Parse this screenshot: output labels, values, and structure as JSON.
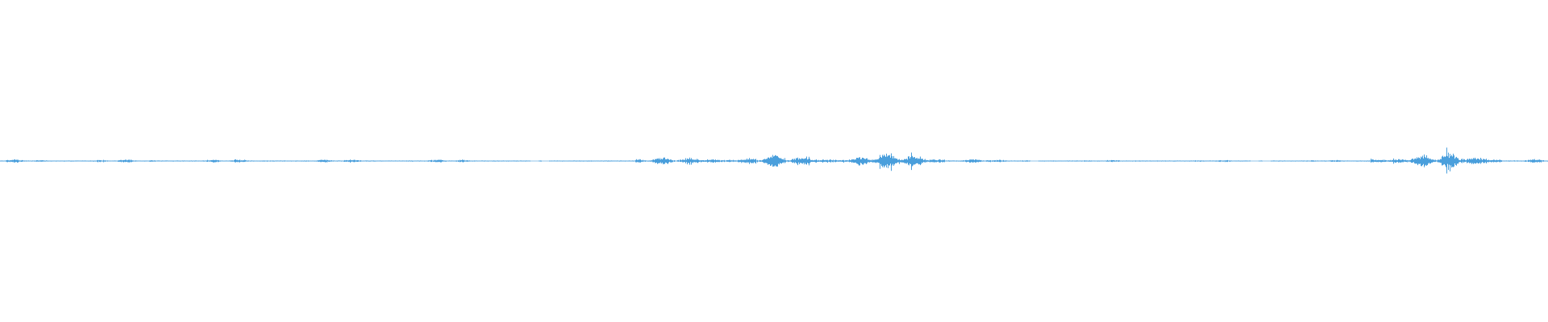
{
  "waveform": {
    "color": "#4a9fdc",
    "background": "#ffffff",
    "activity_regions": [
      {
        "start": 0.0,
        "end": 0.3,
        "level": 0.18
      },
      {
        "start": 0.3,
        "end": 0.35,
        "level": 0.1
      },
      {
        "start": 0.35,
        "end": 0.39,
        "level": 0.05
      },
      {
        "start": 0.39,
        "end": 0.41,
        "level": 0.15
      },
      {
        "start": 0.41,
        "end": 0.45,
        "level": 0.45
      },
      {
        "start": 0.45,
        "end": 0.52,
        "level": 0.7
      },
      {
        "start": 0.52,
        "end": 0.55,
        "level": 0.85
      },
      {
        "start": 0.55,
        "end": 0.61,
        "level": 1.0
      },
      {
        "start": 0.61,
        "end": 0.64,
        "level": 0.4
      },
      {
        "start": 0.64,
        "end": 0.8,
        "level": 0.12
      },
      {
        "start": 0.8,
        "end": 0.82,
        "level": 0.04
      },
      {
        "start": 0.82,
        "end": 0.885,
        "level": 0.12
      },
      {
        "start": 0.885,
        "end": 0.93,
        "level": 0.85
      },
      {
        "start": 0.93,
        "end": 0.97,
        "level": 1.0
      },
      {
        "start": 0.97,
        "end": 1.0,
        "level": 0.25
      }
    ],
    "gaps": [
      0.345,
      0.352,
      0.668,
      0.81,
      0.818
    ]
  }
}
